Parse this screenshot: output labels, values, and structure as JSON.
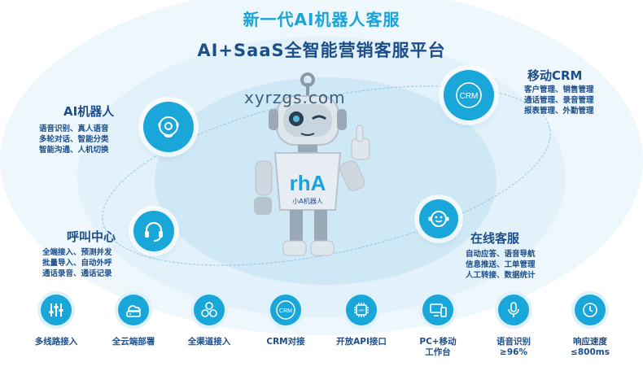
{
  "header": {
    "title": "新一代AI机器人客服",
    "subtitle": "AI+SaaS全智能营销客服平台"
  },
  "watermark": "xyrzgs.com",
  "robot": {
    "chest_logo": "rhA",
    "chest_name": "小A机器人"
  },
  "features": {
    "ai_robot": {
      "title": "AI机器人",
      "lines": [
        "语音识别、真人语音",
        "多轮对话、智能分类",
        "智能沟通、人机切换"
      ],
      "icon": "robot-head-icon"
    },
    "call_center": {
      "title": "呼叫中心",
      "lines": [
        "全端接入、预测并发",
        "批量导入、自动外呼",
        "通话录音、通话记录"
      ],
      "icon": "headset-icon"
    },
    "mobile_crm": {
      "title": "移动CRM",
      "lines": [
        "客户管理、销售管理",
        "通话管理、录音管理",
        "报表管理、外勤管理"
      ],
      "icon": "crm-icon",
      "badge": "CRM"
    },
    "online_service": {
      "title": "在线客服",
      "lines": [
        "自动应答、语音导航",
        "信息推送、工单管理",
        "人工转接、数据统计"
      ],
      "icon": "chat-smile-icon"
    }
  },
  "bottom_items": [
    {
      "label": "多线路接入",
      "icon": "sliders-icon"
    },
    {
      "label": "全云端部署",
      "icon": "cloud-server-icon"
    },
    {
      "label": "全渠道接入",
      "icon": "hexagons-icon"
    },
    {
      "label": "CRM对接",
      "icon": "crm-icon",
      "badge": "CRM"
    },
    {
      "label": "开放API接口",
      "icon": "api-chip-icon",
      "badge": "API"
    },
    {
      "label": "PC+移动\n工作台",
      "icon": "devices-icon"
    },
    {
      "label": "语音识别\n≥96%",
      "icon": "microphone-icon"
    },
    {
      "label": "响应速度\n≤800ms",
      "icon": "clock-icon"
    }
  ],
  "colors": {
    "accent": "#19a7da",
    "title_blue": "#1aa3d9",
    "text_navy": "#1c4e8a"
  }
}
